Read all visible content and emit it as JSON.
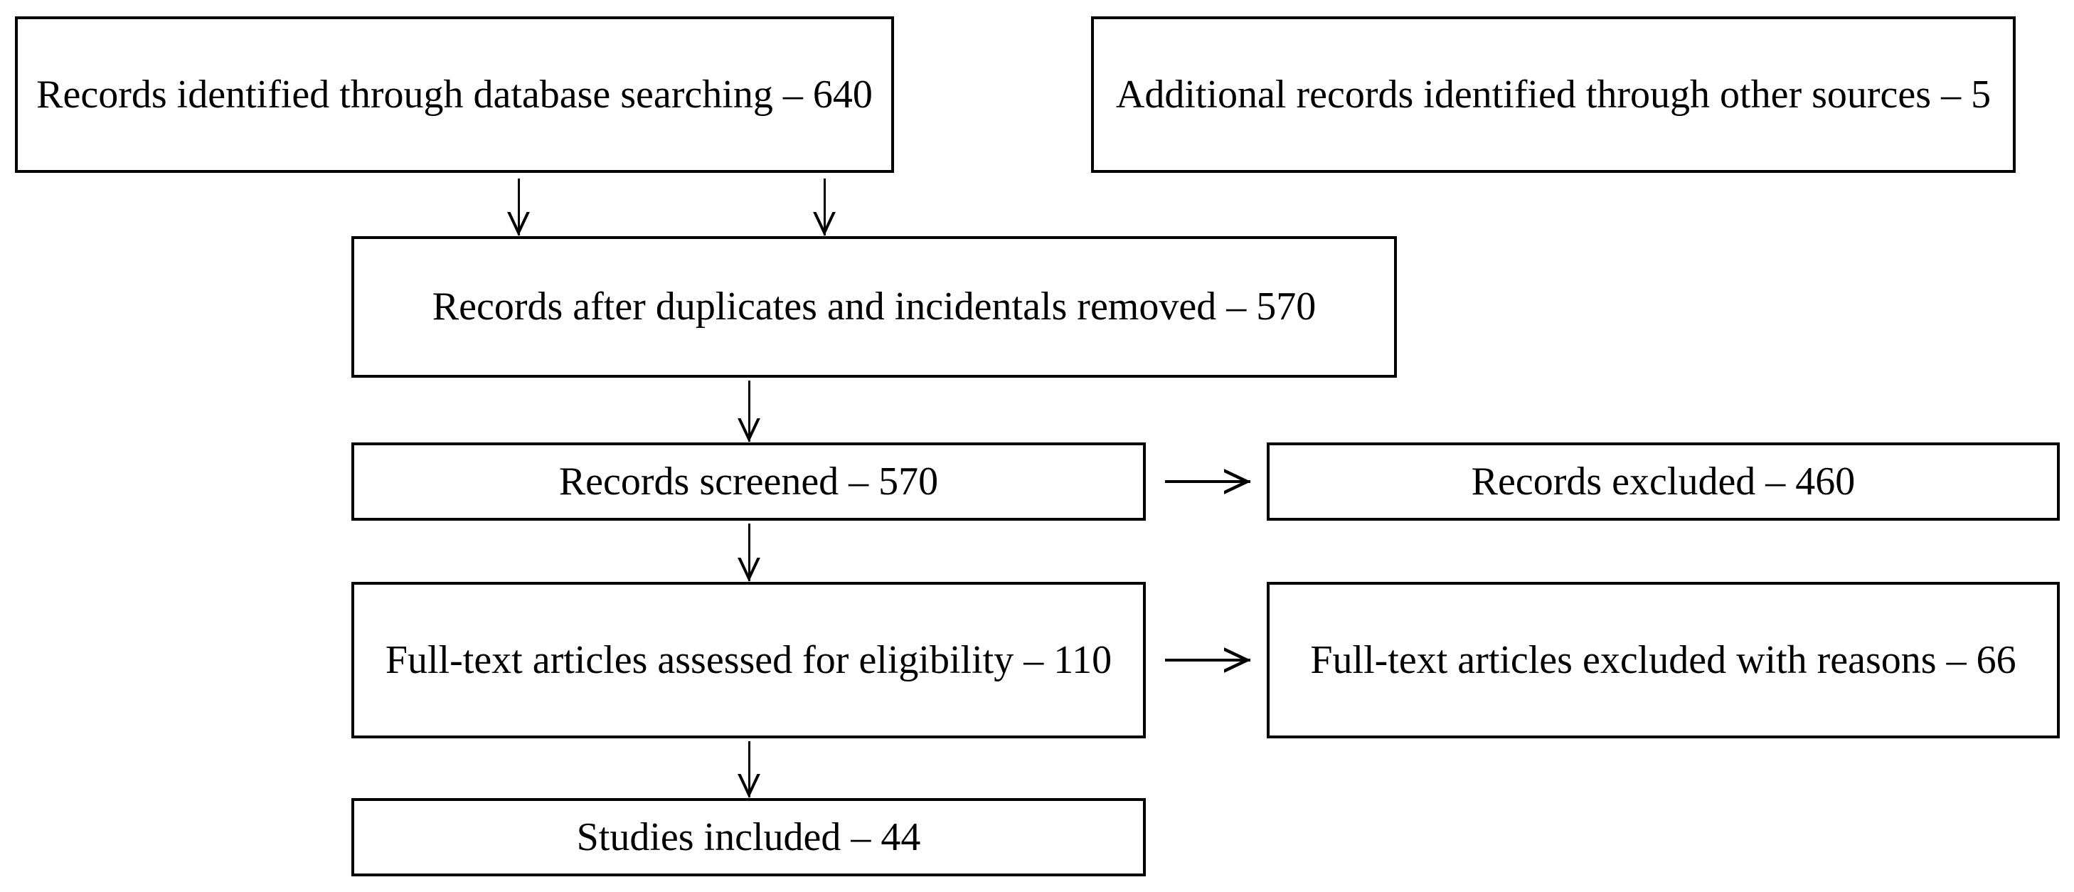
{
  "diagram": {
    "type": "prisma-flow-diagram",
    "boxes": {
      "records_identified_database": "Records identified through database searching – 640",
      "additional_records_other_sources": "Additional records identified through other sources – 5",
      "records_after_duplicates_removed": "Records after duplicates and incidentals removed – 570",
      "records_screened": "Records screened – 570",
      "records_excluded": "Records excluded – 460",
      "fulltext_assessed": "Full-text articles assessed for eligibility – 110",
      "fulltext_excluded": "Full-text articles excluded with reasons – 66",
      "studies_included": "Studies included – 44"
    },
    "counts": {
      "records_identified_database": 640,
      "additional_records_other_sources": 5,
      "records_after_duplicates_removed": 570,
      "records_screened": 570,
      "records_excluded": 460,
      "fulltext_assessed": 110,
      "fulltext_excluded": 66,
      "studies_included": 44
    },
    "colors": {
      "border": "#000000",
      "background": "#ffffff",
      "text": "#000000"
    }
  },
  "chart_data": {
    "type": "table",
    "title": "PRISMA flow diagram",
    "categories": [
      "Records identified through database searching",
      "Additional records identified through other sources",
      "Records after duplicates and incidentals removed",
      "Records screened",
      "Records excluded",
      "Full-text articles assessed for eligibility",
      "Full-text articles excluded with reasons",
      "Studies included"
    ],
    "values": [
      640,
      5,
      570,
      570,
      460,
      110,
      66,
      44
    ],
    "xlabel": "",
    "ylabel": "",
    "edges": [
      [
        "records_identified_database",
        "records_after_duplicates_removed"
      ],
      [
        "additional_records_other_sources",
        "records_after_duplicates_removed"
      ],
      [
        "records_after_duplicates_removed",
        "records_screened"
      ],
      [
        "records_screened",
        "records_excluded"
      ],
      [
        "records_screened",
        "fulltext_assessed"
      ],
      [
        "fulltext_assessed",
        "fulltext_excluded"
      ],
      [
        "fulltext_assessed",
        "studies_included"
      ]
    ]
  }
}
